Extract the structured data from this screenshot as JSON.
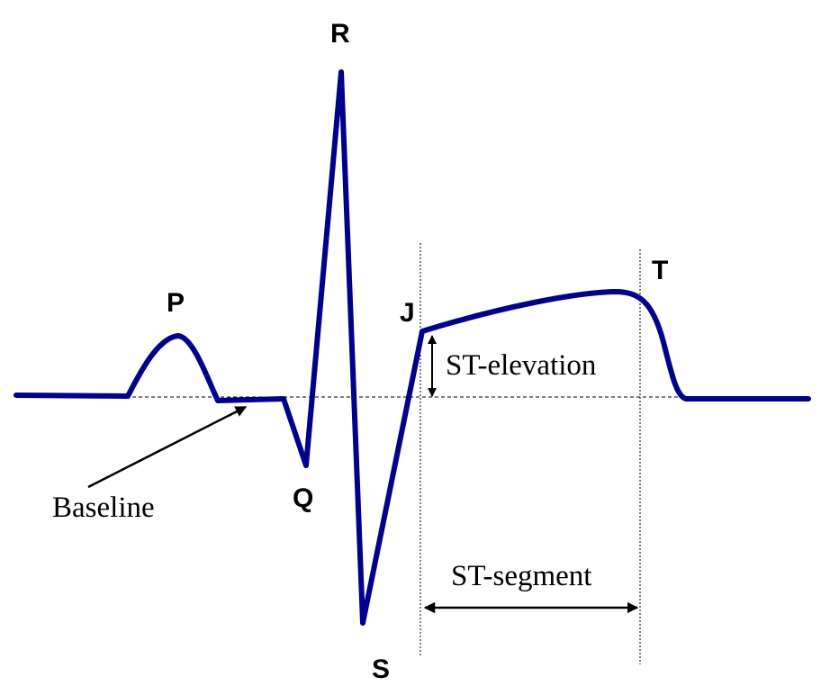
{
  "labels": {
    "p": "P",
    "q": "Q",
    "r": "R",
    "s": "S",
    "t": "T",
    "j": "J",
    "baseline": "Baseline",
    "st_elevation": "ST-elevation",
    "st_segment": "ST-segment"
  },
  "colors": {
    "trace": "#00008B",
    "baseline": "#000000",
    "annotation": "#000000",
    "background": "#FFFFFF"
  }
}
